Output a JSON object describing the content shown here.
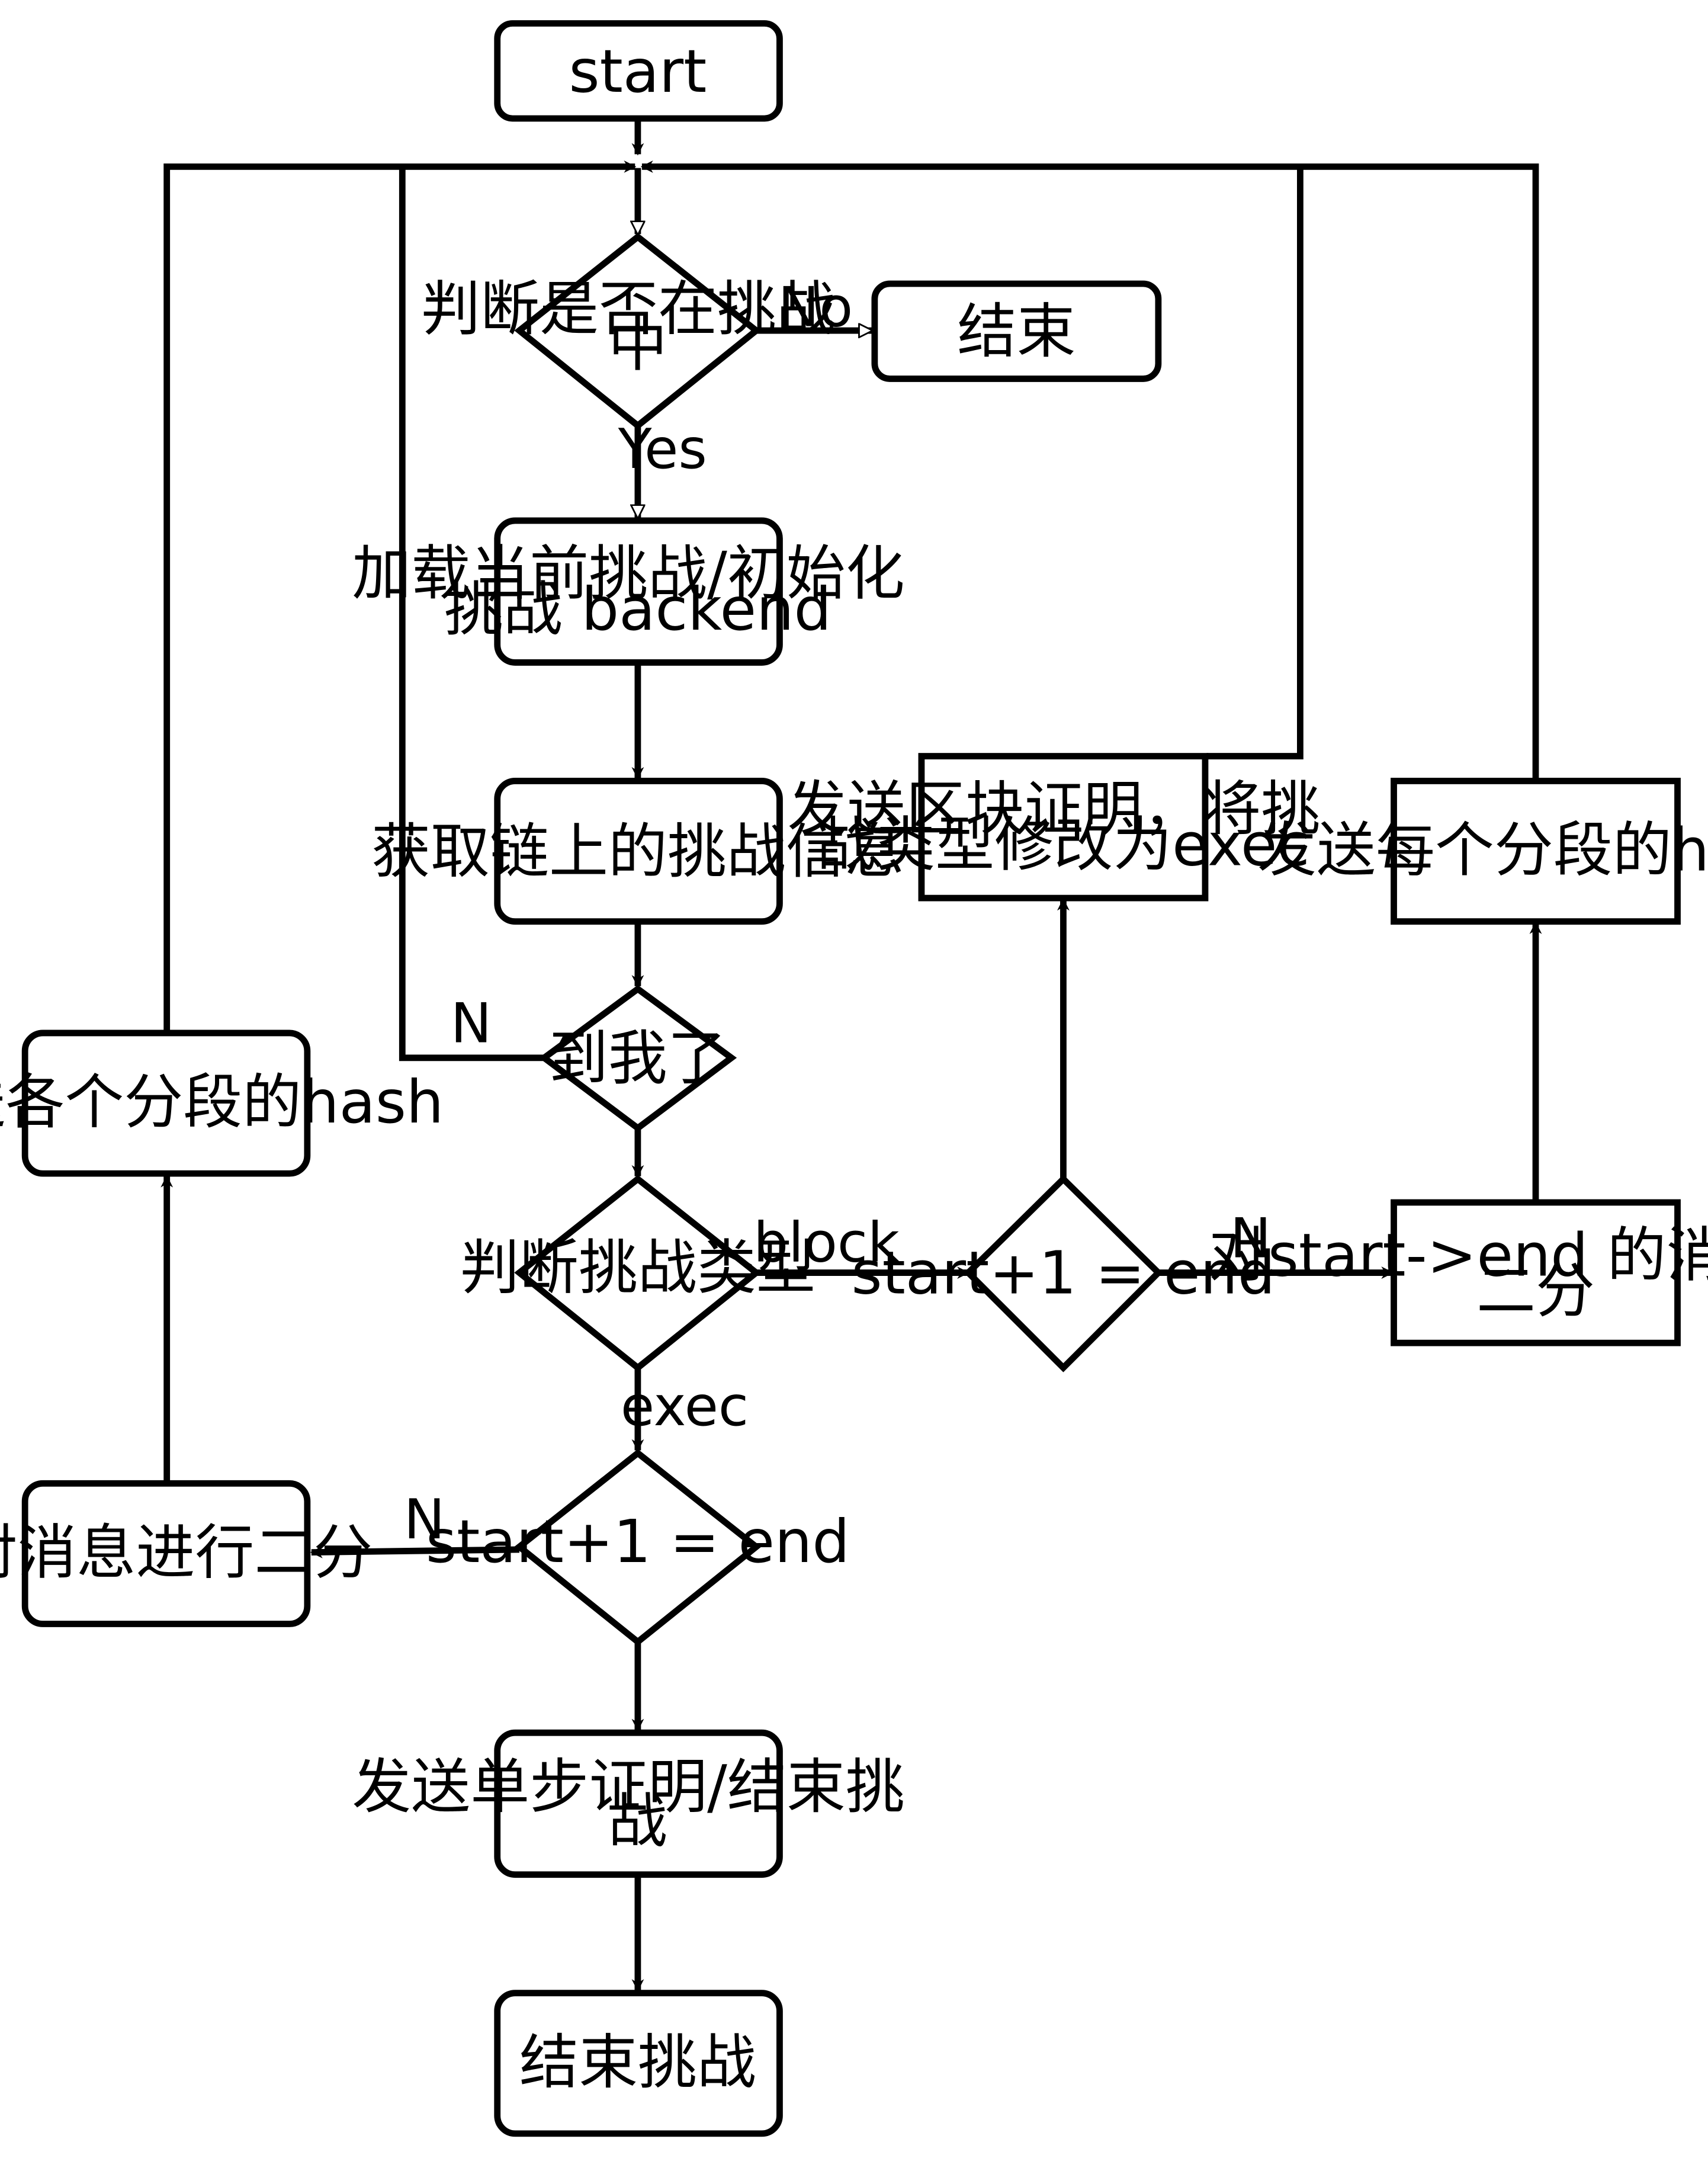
{
  "diagram": {
    "nodes": {
      "start": {
        "lines": [
          "start"
        ]
      },
      "check_in_challenge": {
        "lines": [
          "判断是否在挑战",
          "中"
        ]
      },
      "end": {
        "lines": [
          "结束"
        ]
      },
      "load_challenge": {
        "lines": [
          "加载当前挑战/初始化",
          "挑战 backend"
        ]
      },
      "fetch_onchain_info": {
        "lines": [
          "获取链上的挑战信息"
        ]
      },
      "my_turn": {
        "lines": [
          "到我了"
        ]
      },
      "check_challenge_type": {
        "lines": [
          "判断挑战类型"
        ]
      },
      "block_start_end": {
        "lines": [
          "start+1 = end"
        ]
      },
      "send_block_proof": {
        "lines": [
          "发送区块证明，将挑",
          "战类型修改为exec"
        ]
      },
      "bisect_start_end": {
        "lines": [
          "对start->end 的消息做",
          "二分"
        ]
      },
      "send_each_segment_hash": {
        "lines": [
          "发送每个分段的hash"
        ]
      },
      "exec_start_end": {
        "lines": [
          "start+1 = end"
        ]
      },
      "bisect_messages": {
        "lines": [
          "对消息进行二分"
        ]
      },
      "send_segment_hashes": {
        "lines": [
          "发送各个分段的hash"
        ]
      },
      "send_single_step_proof": {
        "lines": [
          "发送单步证明/结束挑",
          "战"
        ]
      },
      "end_challenge": {
        "lines": [
          "结束挑战"
        ]
      }
    },
    "edge_labels": {
      "no": "No",
      "yes": "Yes",
      "not_my_turn": "N",
      "block": "block",
      "exec": "exec",
      "block_not_equal": "N",
      "exec_not_equal": "N"
    }
  }
}
